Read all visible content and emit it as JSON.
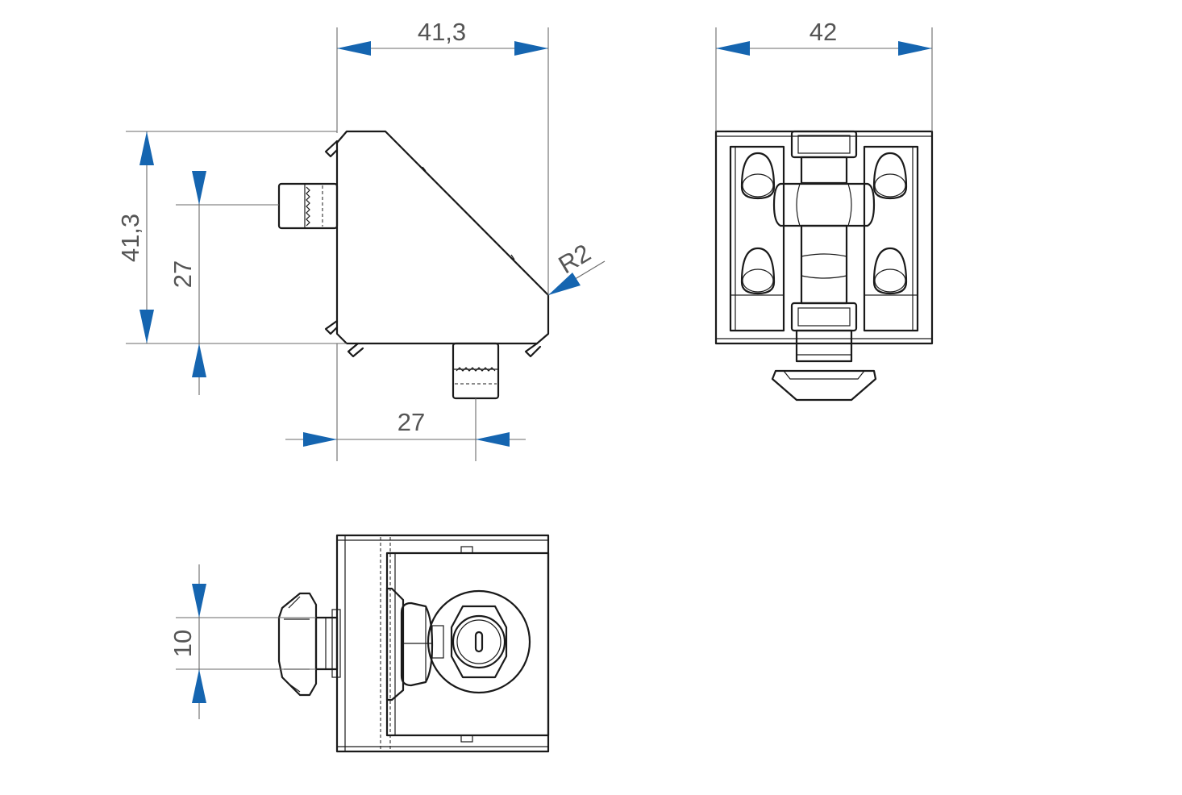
{
  "dimensions": {
    "side_width": "41,3",
    "side_height": "41,3",
    "side_offset_vertical": "27",
    "side_offset_horizontal": "27",
    "corner_radius": "R2",
    "front_width": "42",
    "bottom_slot": "10"
  },
  "colors": {
    "arrow": "#1565b0",
    "dimension_text": "#555555",
    "outline": "#1a1a1a"
  }
}
